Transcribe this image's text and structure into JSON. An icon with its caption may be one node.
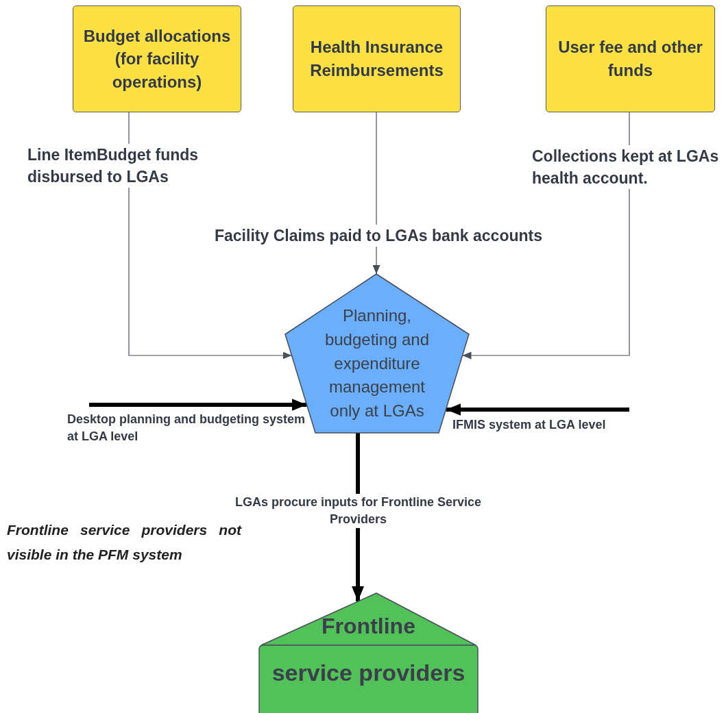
{
  "diagram": {
    "nodes": [
      {
        "text": [
          "Budget allocations (for facility operations)"
        ]
      },
      {
        "text": [
          "Health Insurance Reimbursements"
        ]
      },
      {
        "text": [
          "User fee and other funds"
        ]
      },
      {
        "text": [
          "Planning, budgeting and expenditure management only at LGAs"
        ]
      },
      {
        "text": [
          "Frontline",
          "service providers"
        ]
      }
    ],
    "edges": [
      {
        "from": 0,
        "to": 3,
        "arrow": "to",
        "label": "Line ItemBudget funds disbursed to LGAs"
      },
      {
        "from": 1,
        "to": 3,
        "arrow": "to",
        "label": "Facility Claims paid to LGAs bank accounts"
      },
      {
        "from": 2,
        "to": 3,
        "arrow": "to",
        "label": "Collections kept at LGAs health account."
      },
      {
        "from": null,
        "to": 3,
        "arrow": "to",
        "label": "Desktop planning and budgeting system at LGA level",
        "style": "thick",
        "color": "#000000"
      },
      {
        "from": null,
        "to": 3,
        "arrow": "to",
        "label": "IFMIS system at LGA level",
        "style": "thick",
        "color": "#000000"
      },
      {
        "from": 3,
        "to": 4,
        "arrow": "to",
        "label": "LGAs procure inputs for Frontline Service Providers",
        "style": "thick",
        "color": "#000000"
      }
    ],
    "labels": [
      "Frontline service providers not visible in the PFM system"
    ]
  }
}
